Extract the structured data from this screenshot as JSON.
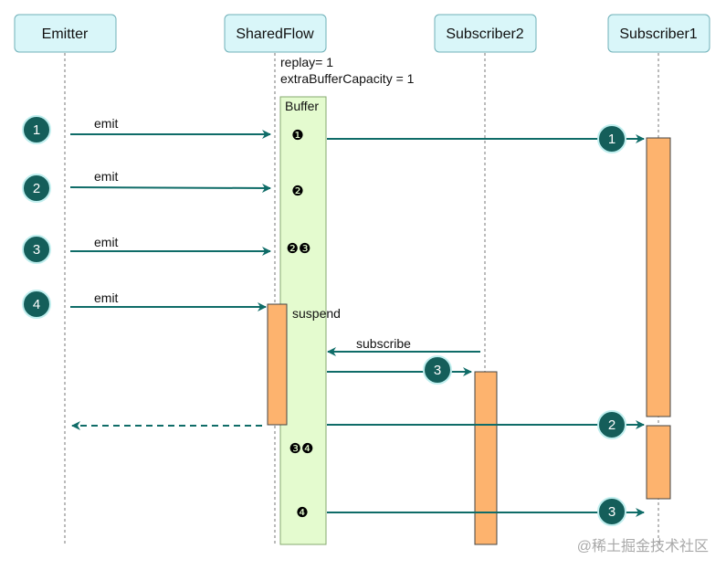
{
  "actors": {
    "emitter": "Emitter",
    "sharedflow": "SharedFlow",
    "subscriber2": "Subscriber2",
    "subscriber1": "Subscriber1"
  },
  "config": {
    "replay": "replay= 1",
    "extra_buffer": "extraBufferCapacity = 1"
  },
  "buffer_label": "Buffer",
  "messages": {
    "emit": "emit",
    "suspend": "suspend",
    "subscribe": "subscribe"
  },
  "badges": {
    "emit_1": "1",
    "emit_2": "2",
    "emit_3": "3",
    "emit_4": "4",
    "sub1_first": "1",
    "sub2_first": "3",
    "sub1_second": "2",
    "sub1_third": "3"
  },
  "buffer_states": {
    "after_emit_1": "❶",
    "after_emit_2": "❷",
    "after_emit_3": "❷❸",
    "after_delivery_2": "❸❹",
    "after_delivery_3": "❹"
  },
  "colors": {
    "arrow": "#0f6c68",
    "badge": "#145e5a",
    "activation": "#fdb36e",
    "buffer": "#e4fbcf",
    "actor_box": "#d9f6f9"
  },
  "watermark": "@稀土掘金技术社区"
}
